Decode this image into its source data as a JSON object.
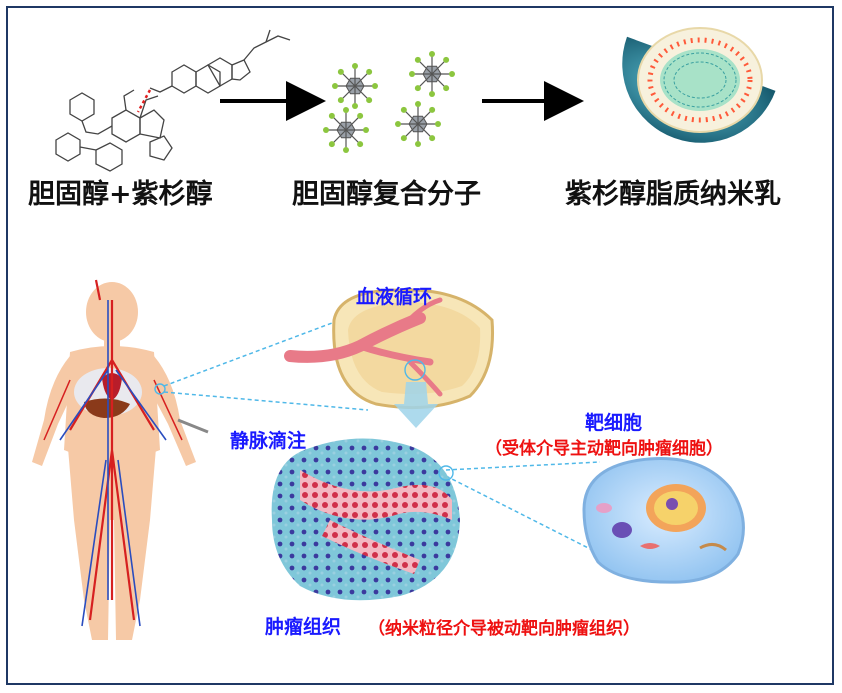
{
  "top_row": {
    "step1_label": "胆固醇+紫杉醇",
    "step2_label": "胆固醇复合分子",
    "step3_label": "紫杉醇脂质纳米乳"
  },
  "bottom": {
    "circulation_label": "血液循环",
    "injection_label": "静脉滴注",
    "target_cell_label": "靶细胞",
    "target_cell_desc": "（受体介导主动靶向肿瘤细胞）",
    "tumor_tissue_label": "肿瘤组织",
    "tumor_tissue_desc": "（纳米粒径介导被动靶向肿瘤组织）"
  },
  "colors": {
    "frame": "#1f3864",
    "blue_text": "#1a1aff",
    "red_text": "#ee1111",
    "skin": "#f6c9a6",
    "vessel_red": "#d62020",
    "vessel_blue": "#2a4dbf",
    "nanoemulsion_shell": "#2a8fa6",
    "guide_line": "#4fb8e8"
  }
}
